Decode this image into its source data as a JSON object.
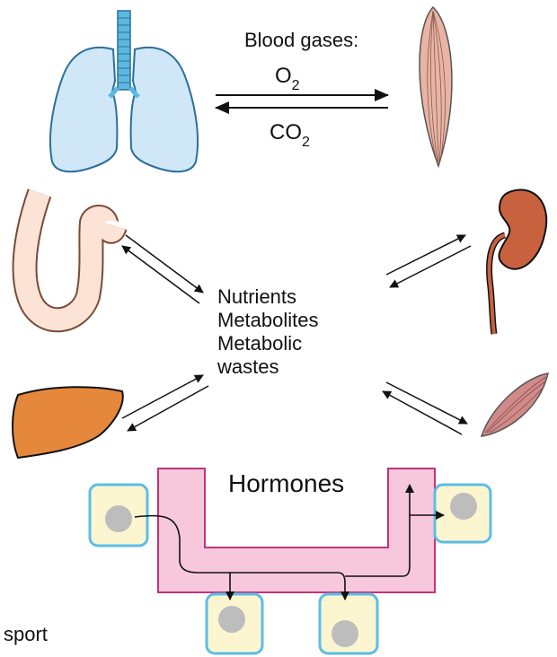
{
  "blood_gases": {
    "title": "Blood gases:",
    "o2": {
      "symbol": "O",
      "subscript": "2"
    },
    "co2": {
      "symbol": "CO",
      "subscript": "2"
    }
  },
  "central_labels": {
    "line1": "Nutrients",
    "line2": "Metabolites",
    "line3": "Metabolic",
    "line4": "wastes"
  },
  "hormones_label": "Hormones",
  "caption_fragment": "sport",
  "colors": {
    "lung_fill": "#cfe7f7",
    "trachea": "#5bb9e0",
    "muscle_fill": "#e8b4a4",
    "intestine_fill": "#fbe3d6",
    "kidney_fill": "#c8623e",
    "liver_fill": "#e6883c",
    "hormone_band": "#f7c8dc",
    "hormone_band_stroke": "#c2337e",
    "cell_fill": "#fbf6cf",
    "cell_border": "#5cbde6",
    "nucleus": "#bdbdbd"
  },
  "icons": [
    "lungs-icon",
    "muscle-icon",
    "intestine-icon",
    "kidney-icon",
    "liver-icon",
    "smooth-muscle-icon",
    "cell-icon"
  ]
}
